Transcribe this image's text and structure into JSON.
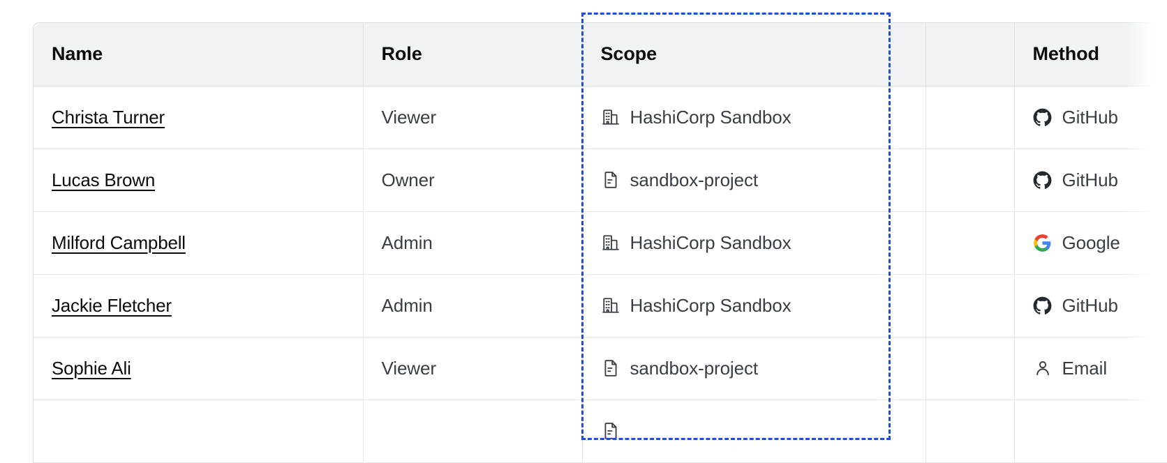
{
  "table": {
    "columns": [
      {
        "key": "name",
        "label": "Name"
      },
      {
        "key": "role",
        "label": "Role"
      },
      {
        "key": "scope",
        "label": "Scope"
      },
      {
        "key": "spacer",
        "label": ""
      },
      {
        "key": "method",
        "label": "Method"
      }
    ],
    "rows": [
      {
        "name": "Christa Turner",
        "role": "Viewer",
        "scope": "HashiCorp Sandbox",
        "scope_icon": "organization-building-icon",
        "method": "GitHub",
        "method_icon": "github-icon"
      },
      {
        "name": "Lucas Brown",
        "role": "Owner",
        "scope": "sandbox-project",
        "scope_icon": "project-document-icon",
        "method": "GitHub",
        "method_icon": "github-icon"
      },
      {
        "name": "Milford Campbell",
        "role": "Admin",
        "scope": "HashiCorp Sandbox",
        "scope_icon": "organization-building-icon",
        "method": "Google",
        "method_icon": "google-icon"
      },
      {
        "name": "Jackie Fletcher",
        "role": "Admin",
        "scope": "HashiCorp Sandbox",
        "scope_icon": "organization-building-icon",
        "method": "GitHub",
        "method_icon": "github-icon"
      },
      {
        "name": "Sophie Ali",
        "role": "Viewer",
        "scope": "sandbox-project",
        "scope_icon": "project-document-icon",
        "method": "Email",
        "method_icon": "user-person-icon"
      },
      {
        "name": "",
        "role": "",
        "scope": "",
        "scope_icon": "project-document-icon",
        "method": "",
        "method_icon": ""
      }
    ]
  },
  "highlight": {
    "target_column": "Scope",
    "color": "#1c4ed8",
    "style": "dashed"
  },
  "colors": {
    "header_background": "#f1f2f4",
    "header_text": "#0c0c0e",
    "body_text": "#3b3d45",
    "link_text": "#0c0c0e",
    "border": "#dcdfe5",
    "row_border": "#e4e6ea",
    "highlight": "#1c4ed8",
    "google_blue": "#4285f4",
    "google_red": "#ea4335",
    "google_yellow": "#fbbc05",
    "google_green": "#34a853",
    "github_black": "#24292f"
  }
}
